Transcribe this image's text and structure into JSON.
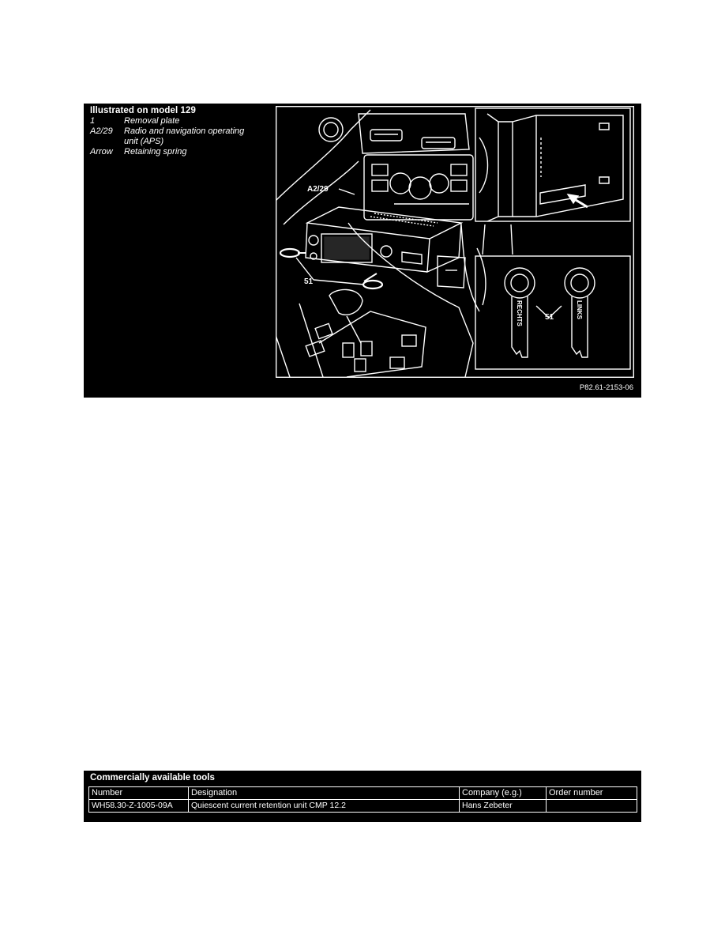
{
  "figure": {
    "legend_title": "Illustrated on model 129",
    "legend": [
      {
        "key": "1",
        "text": "Removal plate"
      },
      {
        "key": "A2/29",
        "text": "Radio and navigation operating unit (APS)"
      },
      {
        "key": "Arrow",
        "text": "Retaining spring"
      }
    ],
    "callouts": {
      "unit": "A2/29",
      "tool_main": "51",
      "tool_inset": "51",
      "key_right": "RECHTS",
      "key_left": "LINKS"
    },
    "code": "P82.61-2153-06"
  },
  "tools": {
    "title": "Commercially available tools",
    "headers": [
      "Number",
      "Designation",
      "Company (e.g.)",
      "Order number"
    ],
    "rows": [
      [
        "WH58.30-Z-1005-09A",
        "Quiescent current retention unit CMP 12.2",
        "Hans Zebeter",
        ""
      ]
    ]
  }
}
